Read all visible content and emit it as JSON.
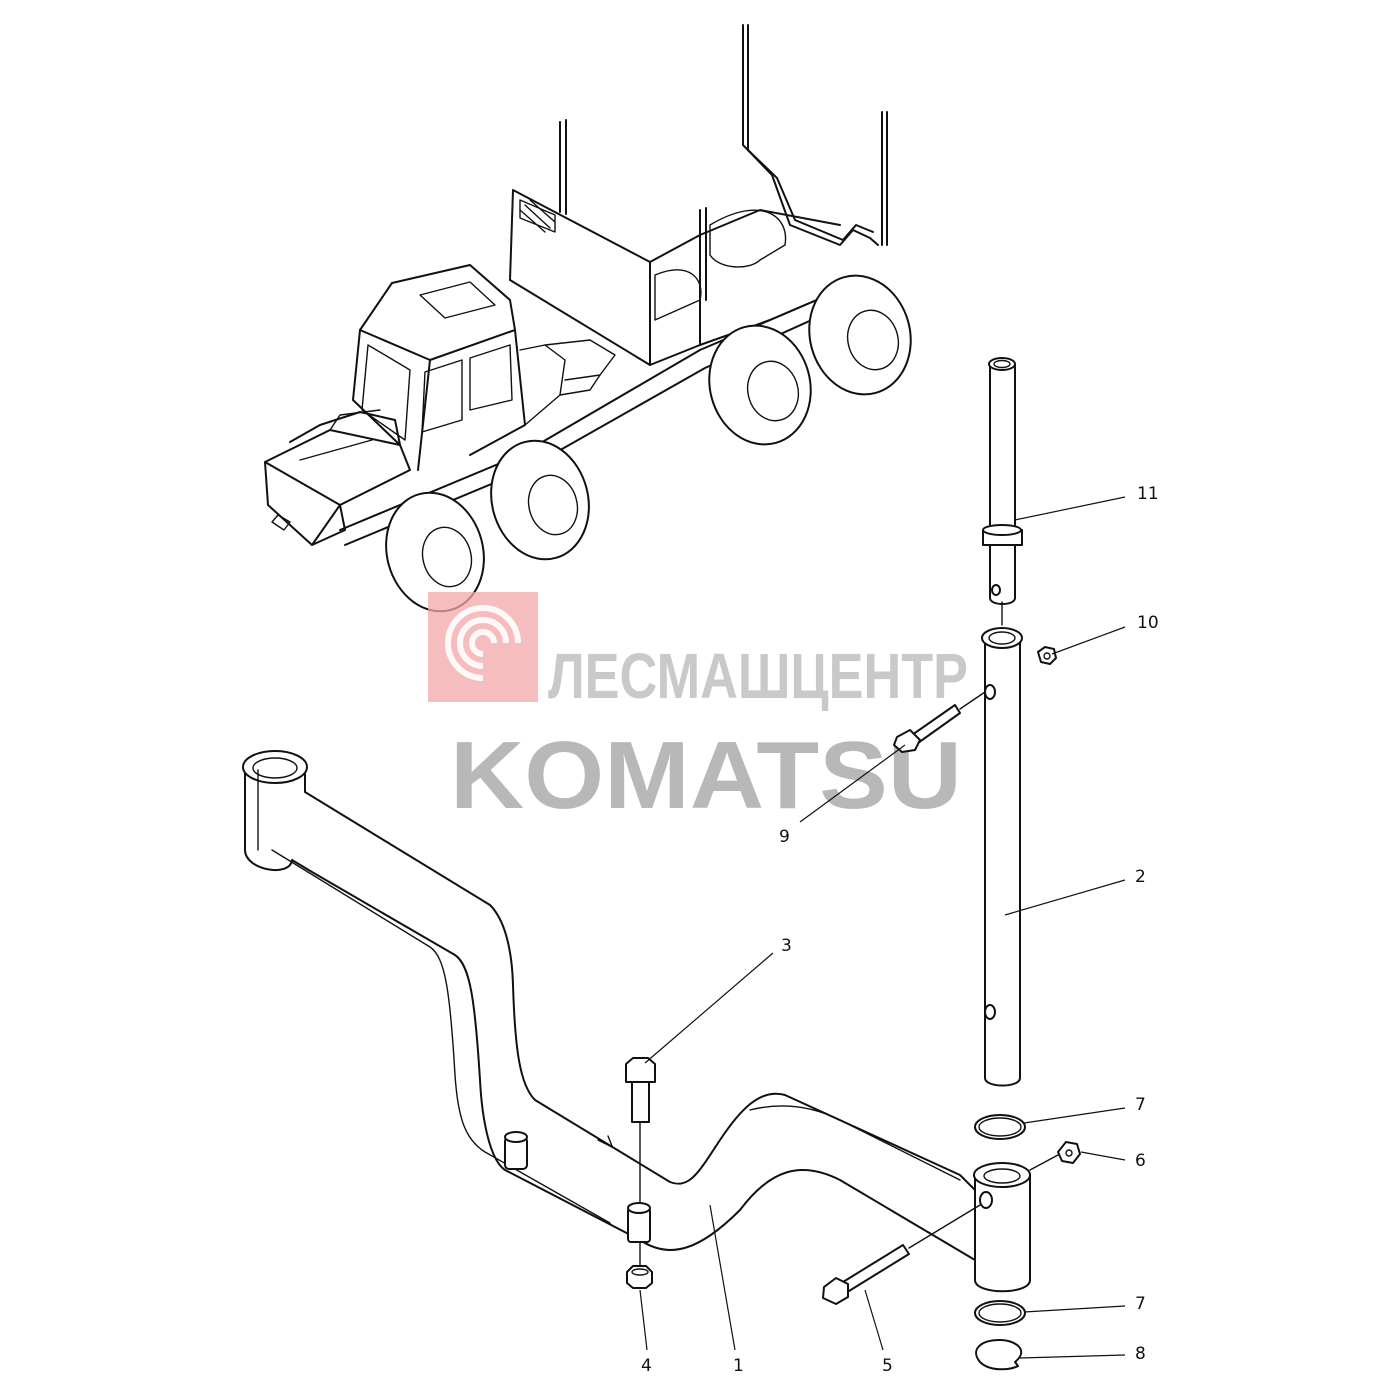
{
  "callouts": {
    "c1": "1",
    "c2": "2",
    "c3": "3",
    "c4": "4",
    "c5": "5",
    "c6": "6",
    "c7a": "7",
    "c7b": "7",
    "c8": "8",
    "c9": "9",
    "c10": "10",
    "c11": "11"
  },
  "watermark": {
    "line1": "ЛЕСМАШЦЕНТР",
    "line2": "KOMATSU",
    "logo_color": "#f2a7a7"
  }
}
